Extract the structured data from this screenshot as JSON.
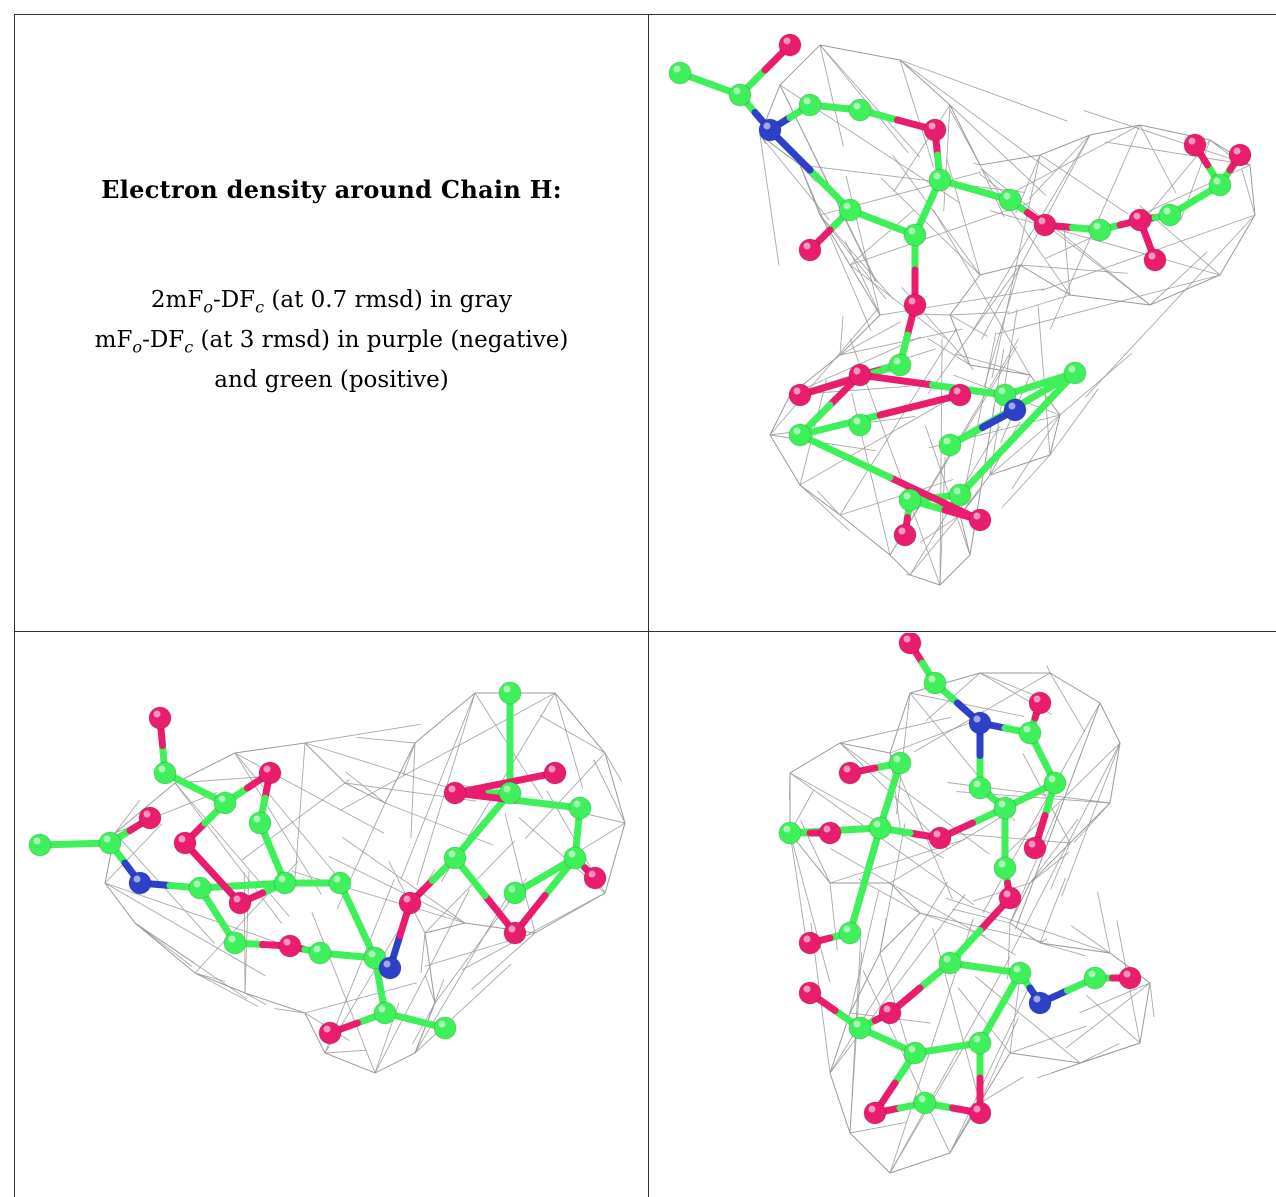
{
  "caption": {
    "title": "Electron density around Chain H:",
    "line1": {
      "prefix": "2mF",
      "sub1": "o",
      "mid": "-DF",
      "sub2": "c",
      "suffix": " (at 0.7 rmsd) in gray"
    },
    "line2": {
      "prefix": "mF",
      "sub1": "o",
      "mid": "-DF",
      "sub2": "c",
      "suffix": " (at 3 rmsd) in purple (negative)"
    },
    "line3": "and green (positive)"
  },
  "colors": {
    "carbon": "#3ef05a",
    "oxygen": "#ea1c6e",
    "nitrogen": "#2e3fc8",
    "mesh": "#9a9a9a",
    "border": "#333333"
  }
}
